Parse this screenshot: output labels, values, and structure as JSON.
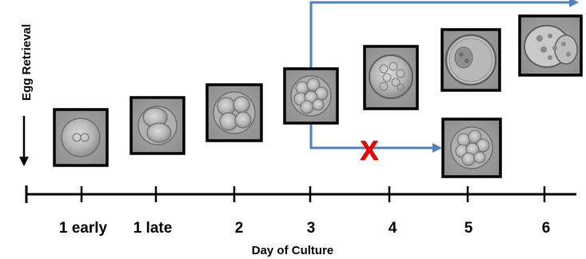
{
  "diagram": {
    "vertical_label": "Egg Retrieval",
    "axis_title": "Day of Culture",
    "ticks": [
      {
        "label": "1 early"
      },
      {
        "label": "1 late"
      },
      {
        "label": "2"
      },
      {
        "label": "3"
      },
      {
        "label": "4"
      },
      {
        "label": "5"
      },
      {
        "label": "6"
      }
    ],
    "blocked_mark": "X",
    "colors": {
      "arrow": "#4f81bd",
      "blocked_mark": "#ff0000",
      "axis": "#000000",
      "frame": "#000000"
    }
  }
}
